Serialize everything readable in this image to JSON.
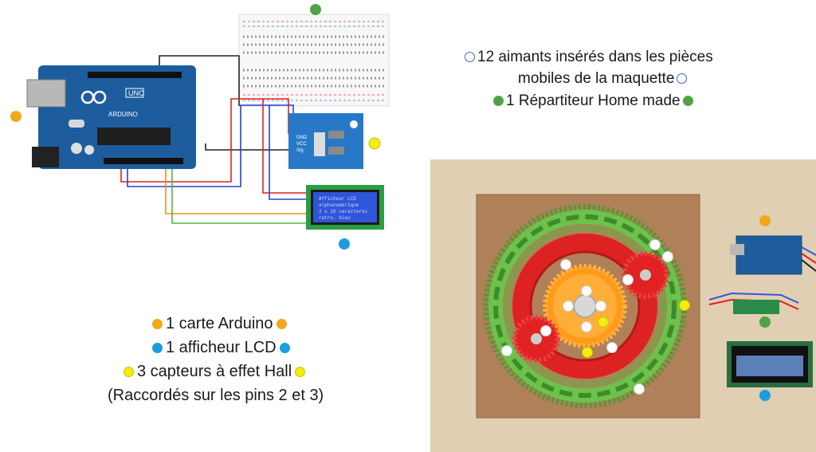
{
  "legend_right": {
    "line1": "12 aimants insérés dans les pièces",
    "line2": "mobiles de la maquette",
    "line3": "1 Répartiteur Home made"
  },
  "legend_left": {
    "line1": "1 carte Arduino",
    "line2": "1 afficheur LCD",
    "line3": "3 capteurs à effet Hall",
    "line4": "(Raccordés sur les pins 2 et 3)"
  },
  "arduino_board": {
    "logo": "ARDUINO",
    "model": "UNO"
  },
  "hall_sensor": {
    "pins": [
      "GND",
      "VCC",
      "Sig"
    ]
  },
  "lcd_display": {
    "text_lines": [
      "Afficheur LCD",
      "alphanumerique",
      "2 x 16 caracteres",
      "retro. bleu"
    ]
  },
  "colors": {
    "orange_marker": "#f0a81c",
    "blue_marker": "#1e9ce0",
    "yellow_marker": "#f5ec10",
    "green_marker": "#4fa346",
    "white_marker": "#ffffff",
    "board_blue": "#1d5d9e",
    "sensor_blue": "#2878c8",
    "lcd_blue": "#2f55d8",
    "gear_green": "#6cc24a",
    "gear_red": "#dd2222",
    "gear_orange": "#ff9b1a",
    "wood": "#e0cfb2",
    "mdf": "#b08058"
  }
}
